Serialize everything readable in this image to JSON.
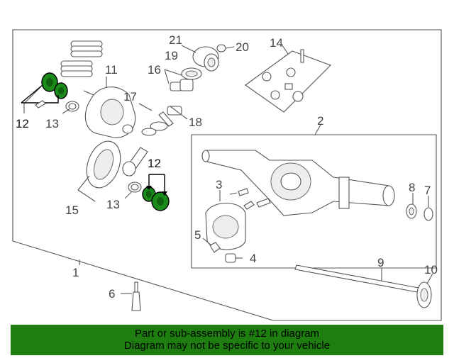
{
  "callouts": {
    "p1": "1",
    "p2": "2",
    "p3": "3",
    "p4": "4",
    "p5": "5",
    "p6": "6",
    "p7": "7",
    "p8": "8",
    "p9": "9",
    "p10": "10",
    "p11": "11",
    "p12a": "12",
    "p12b": "12",
    "p13a": "13",
    "p13b": "13",
    "p14": "14",
    "p15": "15",
    "p16": "16",
    "p17": "17",
    "p18": "18",
    "p19": "19",
    "p20": "20",
    "p21": "21"
  },
  "banner": {
    "line1": "Part or sub-assembly is #12 in diagram",
    "line2": "Diagram may not be specific to your vehicle"
  },
  "colors": {
    "highlight": "#1a8a1a",
    "banner": "#1e7f10"
  }
}
